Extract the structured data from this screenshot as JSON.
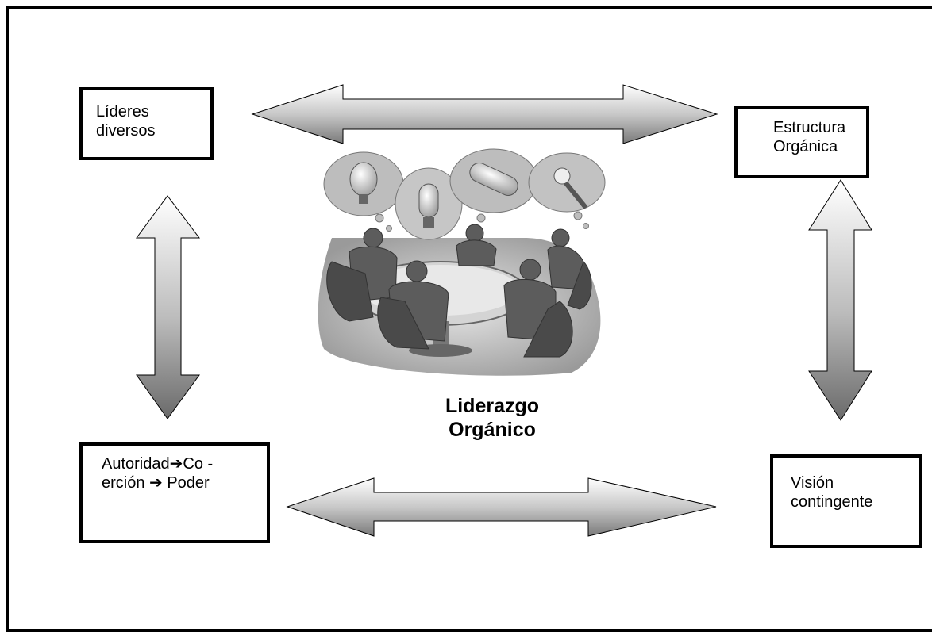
{
  "boxes": {
    "top_left": {
      "line1": "Líderes",
      "line2": "diversos"
    },
    "top_right": {
      "line1": "Estructura",
      "line2": "Orgánica"
    },
    "bottom_left": {
      "line1": "Autoridad➔Co -",
      "line2": "erción ➔ Poder"
    },
    "bottom_right": {
      "line1": "Visión",
      "line2": "contingente"
    }
  },
  "center": {
    "line1": "Liderazgo",
    "line2": "Orgánico",
    "image": "meeting-ideas-illustration"
  }
}
